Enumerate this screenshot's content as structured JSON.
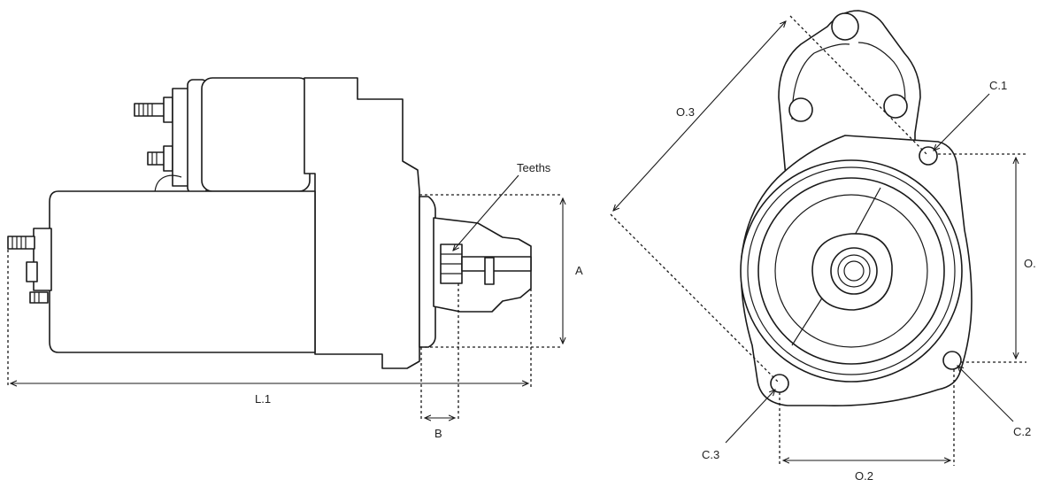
{
  "labels": {
    "teeths": "Teeths",
    "a": "A",
    "b": "B",
    "l1": "L.1",
    "c1": "C.1",
    "c2": "C.2",
    "c3": "C.3",
    "o1": "O.",
    "o2": "O.2",
    "o3": "O.3"
  }
}
